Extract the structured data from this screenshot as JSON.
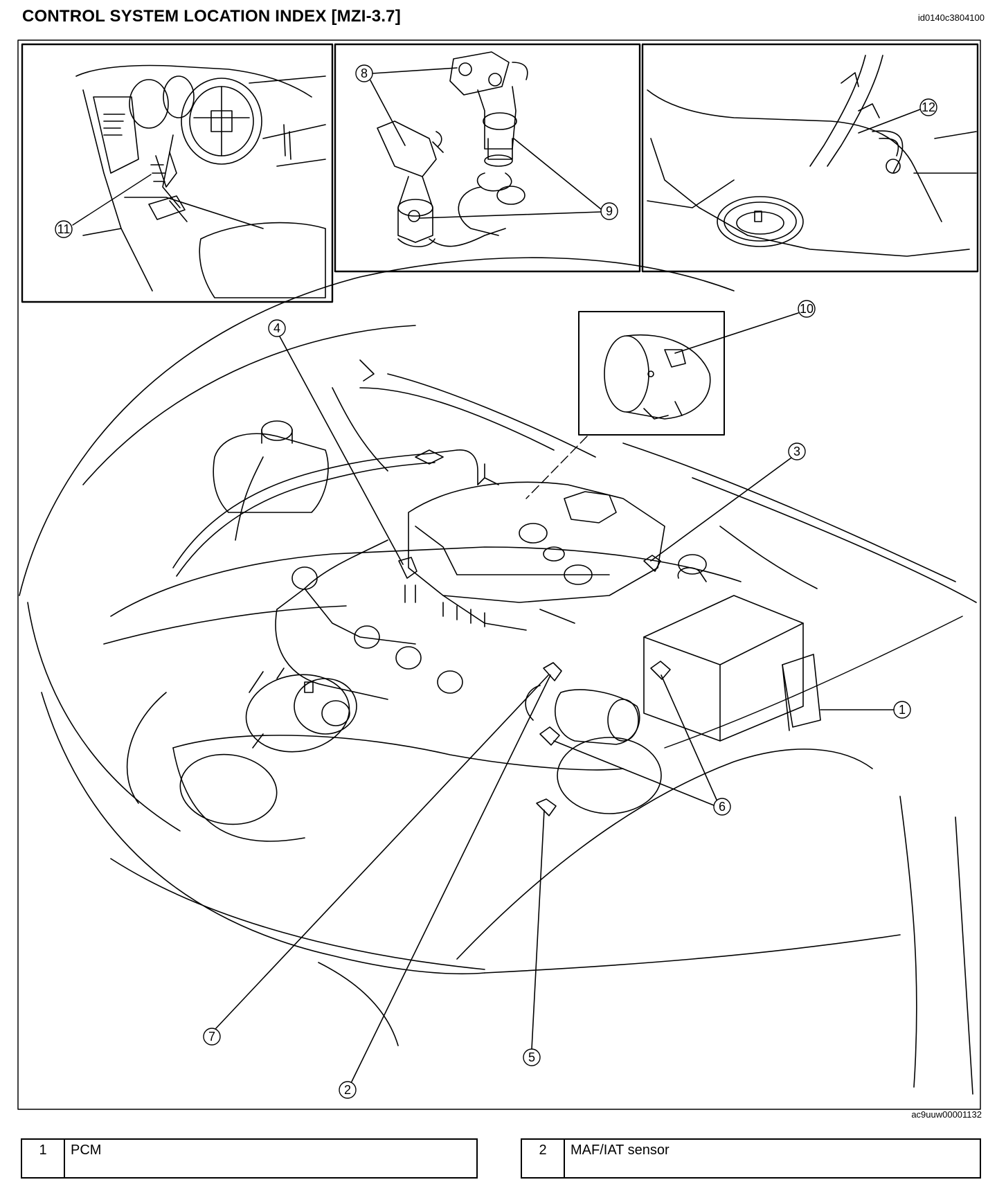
{
  "header": {
    "title": "CONTROL SYSTEM LOCATION INDEX [MZI-3.7]",
    "image_code": "id0140c3804100"
  },
  "figure": {
    "figure_code": "ac9uuw00001132",
    "callouts": [
      "①",
      "②",
      "③",
      "④",
      "⑤",
      "⑥",
      "⑦",
      "⑧",
      "⑨",
      "⑩",
      "⑪",
      "⑫"
    ]
  },
  "legend": [
    {
      "num": "1",
      "desc": "PCM"
    },
    {
      "num": "2",
      "desc": "MAF/IAT sensor"
    }
  ]
}
